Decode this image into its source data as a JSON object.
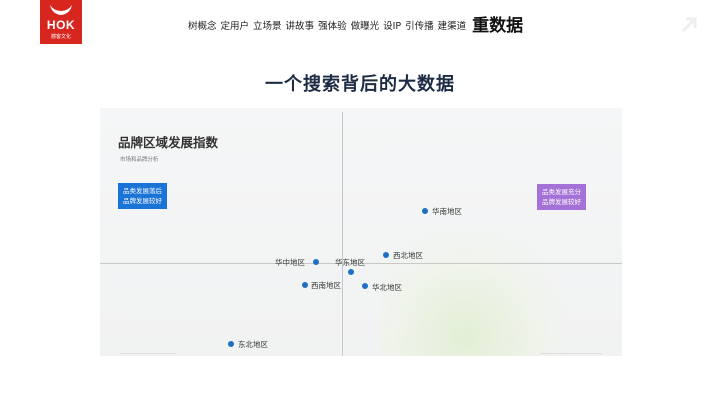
{
  "logo": {
    "brand": "HOK",
    "sub": "撼客文化"
  },
  "nav": {
    "items": [
      "树概念",
      "定用户",
      "立场景",
      "讲故事",
      "强体验",
      "做曝光",
      "设IP",
      "引传播",
      "建渠道"
    ],
    "active": "重数据"
  },
  "page_title": "一个搜索背后的大数据",
  "panel": {
    "title": "品牌区域发展指数",
    "subtitle": "市场和品牌分析",
    "quadrant_left": {
      "line1": "品类发展落后",
      "line2": "品牌发展较好"
    },
    "quadrant_right": {
      "line1": "品类发展充分",
      "line2": "品牌发展较好"
    }
  },
  "points": [
    {
      "name": "华南地区"
    },
    {
      "name": "西北地区"
    },
    {
      "name": "华中地区"
    },
    {
      "name": "华东地区"
    },
    {
      "name": "西南地区"
    },
    {
      "name": "华北地区"
    },
    {
      "name": "东北地区"
    }
  ],
  "colors": {
    "logo_red": "#d7261e",
    "dot_blue": "#1f6fc4",
    "box_blue": "#1a73d6",
    "box_purple": "#a472d6",
    "title_navy": "#1d2b45"
  },
  "icons": {
    "logo": "bull-horns-icon",
    "deco": "arrow-icon"
  }
}
